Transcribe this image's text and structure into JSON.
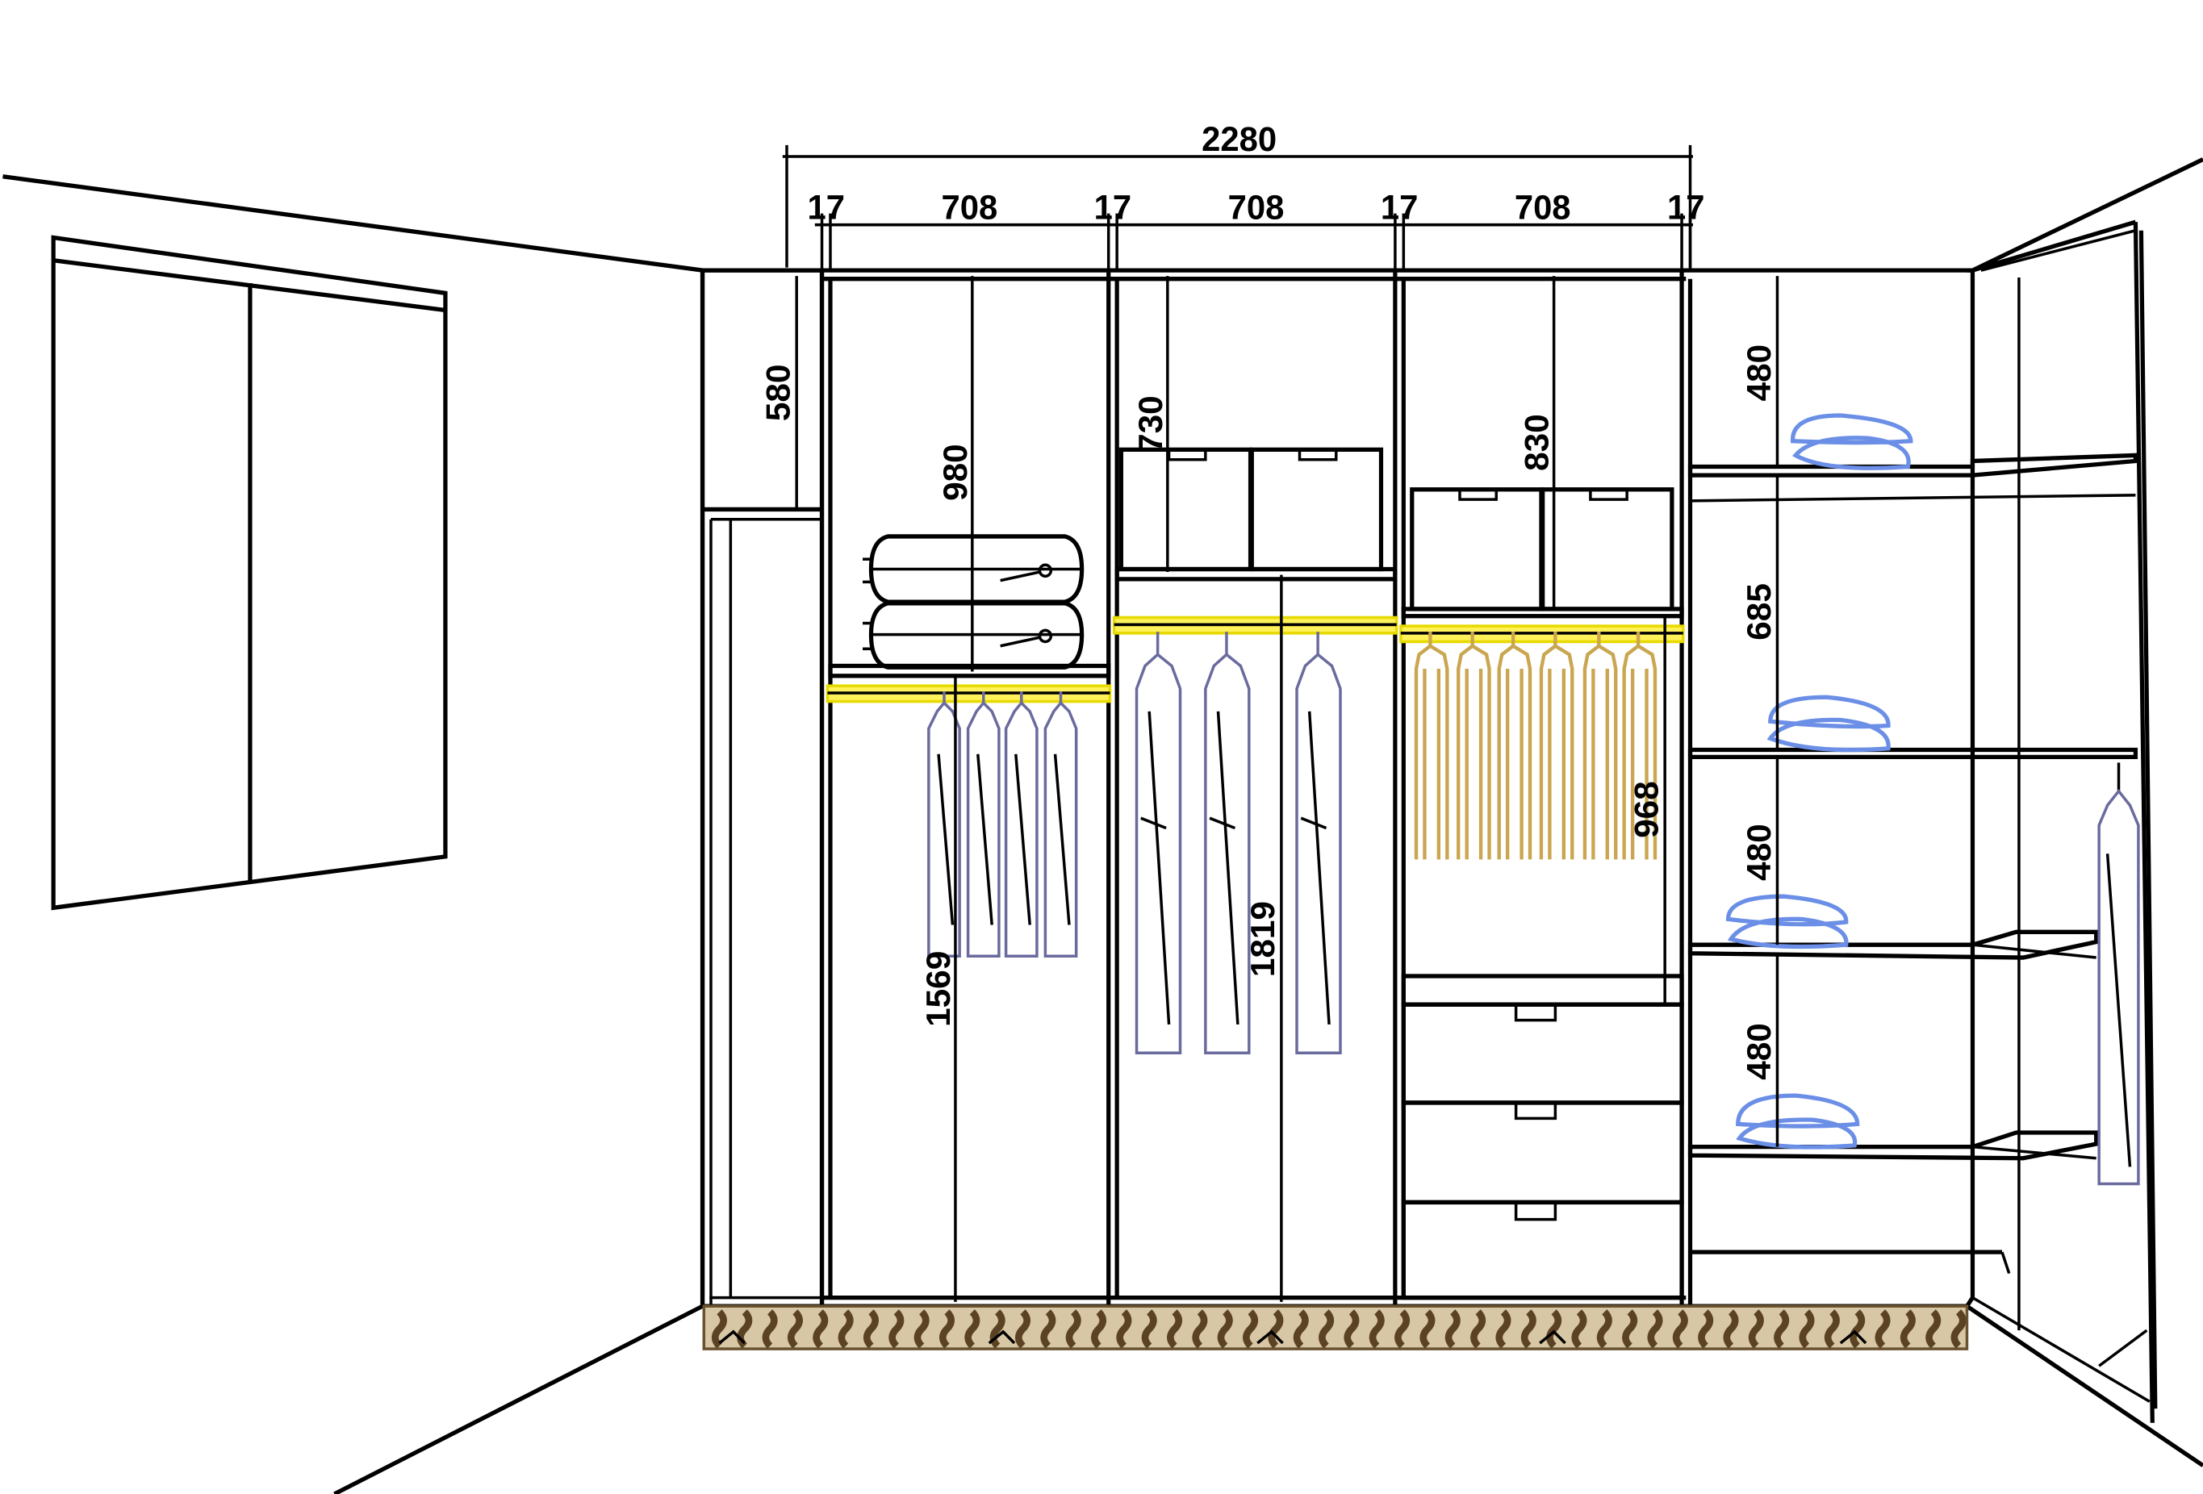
{
  "drawing": {
    "dimensions": {
      "overall_width": "2280",
      "panel_thickness": "17",
      "compartment_width": "708",
      "top_left_box_height": "580",
      "bay1_upper_height": "980",
      "bay1_hanging_height": "1569",
      "bay2_upper_height": "730",
      "bay2_hanging_height": "1819",
      "bay3_upper_height": "830",
      "bay3_hanging_height": "968",
      "right_shelf_1": "480",
      "right_shelf_2": "685",
      "right_shelf_3": "480",
      "right_shelf_4": "480"
    },
    "colors": {
      "outline": "#000000",
      "rail": "#fff15a",
      "garment": "#6a6a9e",
      "trousers": "#c9a64f",
      "towels": "#6b8fe6",
      "plinth": "#d8c7a4"
    }
  }
}
